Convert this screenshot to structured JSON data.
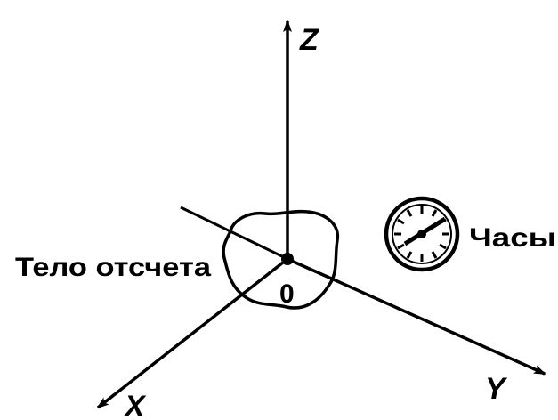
{
  "axes": {
    "z_label": "Z",
    "x_label": "X",
    "y_label": "Y"
  },
  "origin_label": "0",
  "body_label": "Тело отсчета",
  "clock_label": "Часы",
  "icons": {
    "clock": "clock-icon",
    "reference_body": "reference-body-blob"
  },
  "colors": {
    "ink": "#000000",
    "background": "#ffffff"
  }
}
